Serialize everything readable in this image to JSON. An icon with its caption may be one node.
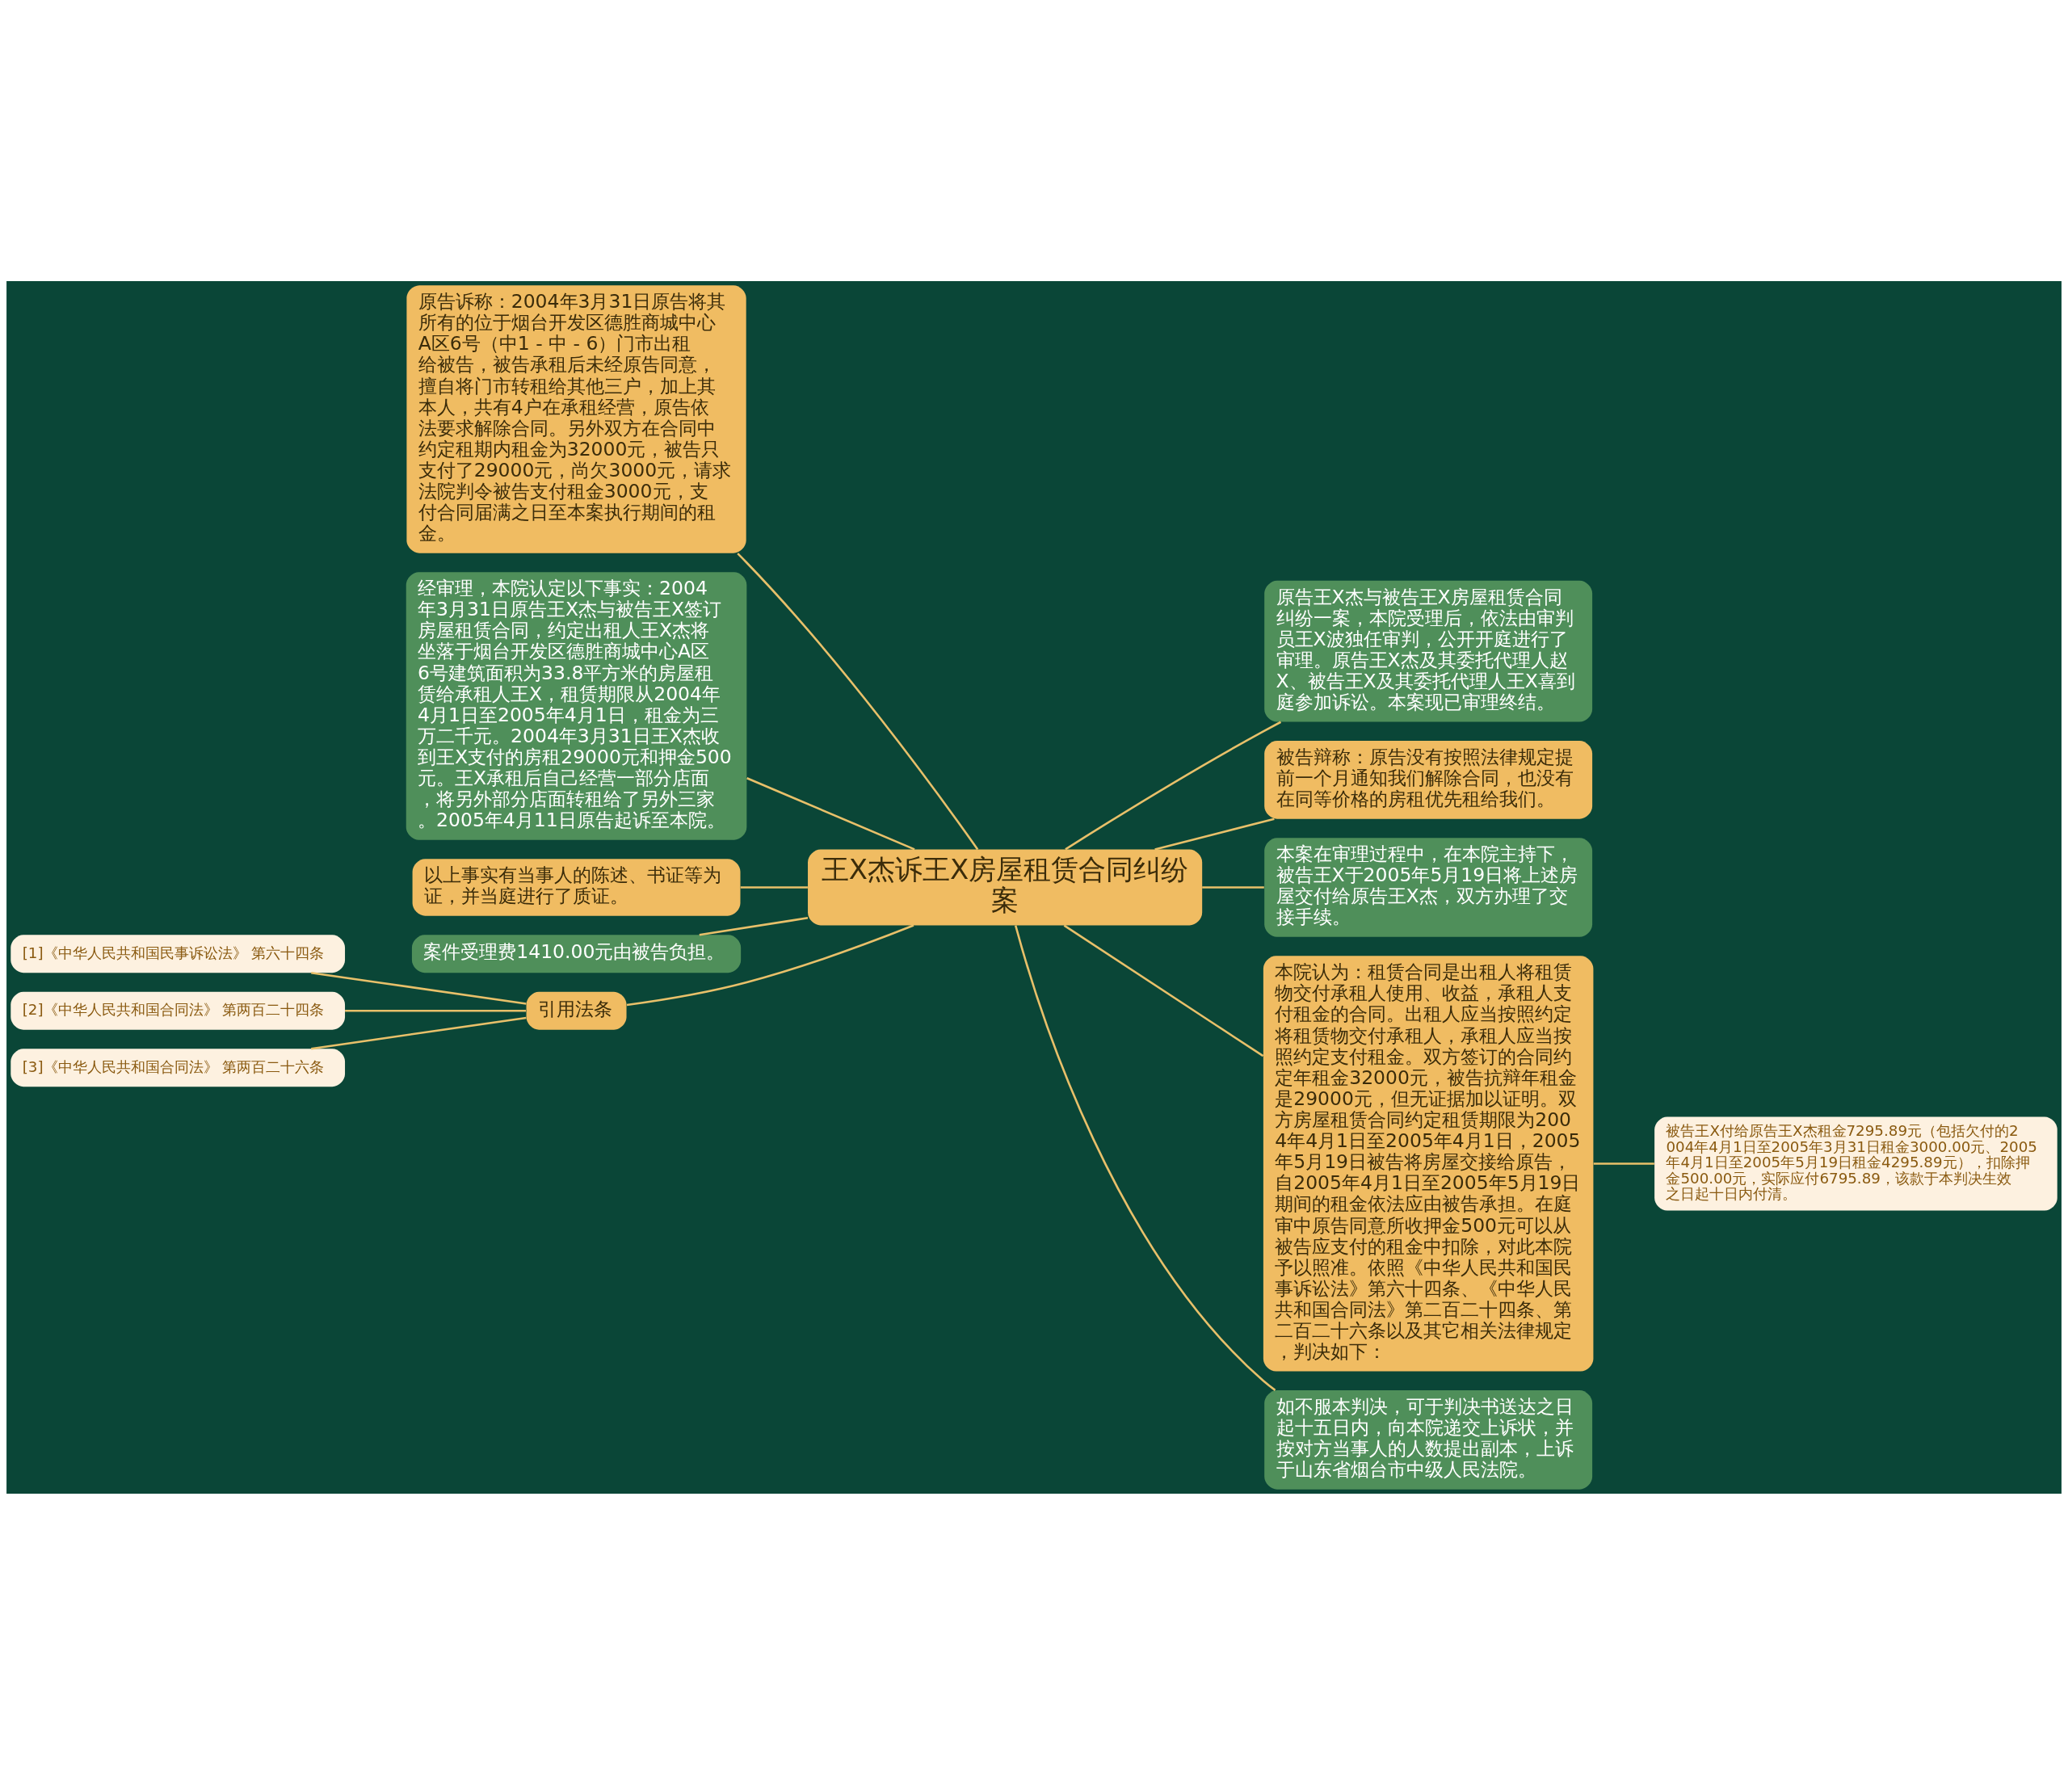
{
  "diagram": {
    "nodes": [
      {
        "text": [
          "王X杰诉王X房屋租赁合同纠纷案"
        ]
      },
      {
        "text": [
          "原告诉称：2004年3月31日原告将其所有的位于烟台开发区德胜商城中心A区6号（中1 - 中 - 6）门市出租给被告，被告承租后未经原告同意，擅自将门市转租给其他三户，加上其本人，共有4户在承租经营，原告依法要求解除合同。另外双方在合同中约定租期内租金为32000元，被告只支付了29000元，尚欠3000元，请求法院判令被告支付租金3000元，支付合同届满之日至本案执行期间的租金。"
        ]
      },
      {
        "text": [
          "经审理，本院认定以下事实：2004年3月31日原告王X杰与被告王X签订房屋租赁合同，约定出租人王X杰将坐落于烟台开发区德胜商城中心A区6号建筑面积为33.8平方米的房屋租赁给承租人王X，租赁期限从2004年4月1日至2005年4月1日，租金为三万二千元。2004年3月31日王X杰收到王X支付的房租29000元和押金500元。王X承租后自己经营一部分店面，将另外部分店面转租给了另外三家。2005年4月11日原告起诉至本院。"
        ]
      },
      {
        "text": [
          "以上事实有当事人的陈述、书证等为证，并当庭进行了质证。"
        ]
      },
      {
        "text": [
          "案件受理费1410.00元由被告负担。"
        ]
      },
      {
        "text": [
          "引用法条"
        ]
      },
      {
        "text": [
          "[1]《中华人民共和国民事诉讼法》 第六十四条"
        ]
      },
      {
        "text": [
          "[2]《中华人民共和国合同法》 第两百二十四条"
        ]
      },
      {
        "text": [
          "[3]《中华人民共和国合同法》 第两百二十六条"
        ]
      },
      {
        "text": [
          "原告王X杰与被告王X房屋租赁合同纠纷一案，本院受理后，依法由审判员王X波独任审判，公开开庭进行了审理。原告王X杰及其委托代理人赵X、被告王X及其委托代理人王X喜到庭参加诉讼。本案现已审理终结。"
        ]
      },
      {
        "text": [
          "被告辩称：原告没有按照法律规定提前一个月通知我们解除合同，也没有在同等价格的房租优先租给我们。"
        ]
      },
      {
        "text": [
          "本案在审理过程中，在本院主持下，被告王X于2005年5月19日将上述房屋交付给原告王X杰，双方办理了交接手续。"
        ]
      },
      {
        "text": [
          "本院认为：租赁合同是出租人将租赁物交付承租人使用、收益，承租人支付租金的合同。出租人应当按照约定将租赁物交付承租人，承租人应当按照约定支付租金。双方签订的合同约定年租金32000元，被告抗辩年租金是29000元，但无证据加以证明。双方房屋租赁合同约定租赁期限为2004年4月1日至2005年4月1日，2005年5月19日被告将房屋交接给原告，自2005年4月1日至2005年5月19日期间的租金依法应由被告承担。在庭审中原告同意所收押金500元可以从被告应支付的租金中扣除，对此本院予以照准。依照《中华人民共和国民事诉讼法》第六十四条、《中华人民共和国合同法》第二百二十四条、第二百二十六条以及其它相关法律规定，判决如下："
        ]
      },
      {
        "text": [
          "被告王X付给原告王X杰租金7295.89元（包括欠付的2004年4月1日至2005年3月31日租金3000.00元、2005年4月1日至2005年5月19日租金4295.89元），扣除押金500.00元，实际应付6795.89，该款于本判决生效之日起十日内付清。"
        ]
      },
      {
        "text": [
          "如不服本判决，可于判决书送达之日起十五日内，向本院递交上诉状，并按对方当事人的人数提出副本，上诉于山东省烟台市中级人民法院。"
        ]
      }
    ],
    "edges": [
      {
        "from": 0,
        "to": 1,
        "arrow": "none"
      },
      {
        "from": 0,
        "to": 2,
        "arrow": "none"
      },
      {
        "from": 0,
        "to": 3,
        "arrow": "none"
      },
      {
        "from": 0,
        "to": 4,
        "arrow": "none"
      },
      {
        "from": 0,
        "to": 5,
        "arrow": "none"
      },
      {
        "from": 5,
        "to": 6,
        "arrow": "none"
      },
      {
        "from": 5,
        "to": 7,
        "arrow": "none"
      },
      {
        "from": 5,
        "to": 8,
        "arrow": "none"
      },
      {
        "from": 0,
        "to": 9,
        "arrow": "none"
      },
      {
        "from": 0,
        "to": 10,
        "arrow": "none"
      },
      {
        "from": 0,
        "to": 11,
        "arrow": "none"
      },
      {
        "from": 0,
        "to": 12,
        "arrow": "none"
      },
      {
        "from": 12,
        "to": 13,
        "arrow": "none"
      },
      {
        "from": 0,
        "to": 14,
        "arrow": "none"
      }
    ]
  }
}
